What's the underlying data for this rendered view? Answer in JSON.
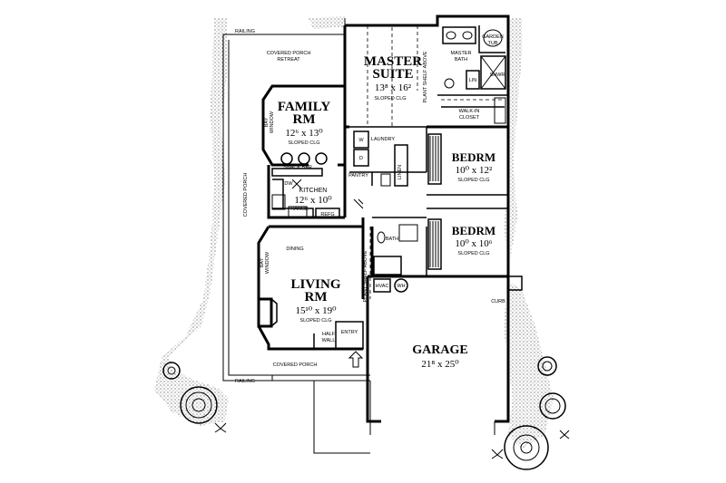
{
  "rooms": {
    "master_suite": {
      "name_line1": "MASTER",
      "name_line2": "SUITE",
      "dim": "13⁸ x 16²",
      "note": "SLOPED CLG"
    },
    "family_rm": {
      "name_line1": "FAMILY",
      "name_line2": "RM",
      "dim": "12⁶ x 13⁰",
      "note": "SLOPED CLG"
    },
    "kitchen": {
      "name": "KITCHEN",
      "dim": "12⁶ x 10⁰"
    },
    "bedrm1": {
      "name": "BEDRM",
      "dim": "10⁰ x 12²",
      "note": "SLOPED CLG"
    },
    "bedrm2": {
      "name": "BEDRM",
      "dim": "10⁰ x 10⁶",
      "note": "SLOPED CLG"
    },
    "living_rm": {
      "name_line1": "LIVING",
      "name_line2": "RM",
      "dim": "15¹⁰ x 19⁰",
      "note": "SLOPED CLG"
    },
    "garage": {
      "name": "GARAGE",
      "dim": "21⁸ x 25⁰"
    }
  },
  "labels": {
    "railing_top": "RAILING",
    "railing_bottom": "RAILING",
    "covered_porch_retreat_1": "COVERED PORCH",
    "covered_porch_retreat_2": "RETREAT",
    "covered_porch_side": "COVERED PORCH",
    "covered_porch_front": "COVERED PORCH",
    "bay_window_1": "BAY",
    "bay_window_1b": "WINDOW",
    "bay_window_2": "BAY",
    "bay_window_2b": "WINDOW",
    "snack_bar": "SNACK BAR",
    "pantry": "PANTRY",
    "laundry": "LAUNDRY",
    "w": "W",
    "d": "D",
    "linen": "LINEN",
    "dw": "DW",
    "range": "RANGE",
    "refg": "REFG",
    "dining": "DINING",
    "bath": "BATH",
    "plant_shelf_above_1": "PLANT SHELF ABOVE",
    "plant_shelf_above_2": "PLANT SHELF ABOVE",
    "hvac": "HVAC",
    "wh": "WH",
    "half_wall_1": "HALF",
    "half_wall_2": "WALL",
    "entry": "ENTRY",
    "curb": "CURB",
    "master_bath_1": "MASTER",
    "master_bath_2": "BATH",
    "garden_tub_1": "GARDEN",
    "garden_tub_2": "TUB",
    "lin": "LIN",
    "shwr": "SHWR",
    "walk_in_closet_1": "WALK-IN",
    "walk_in_closet_2": "CLOSET"
  }
}
